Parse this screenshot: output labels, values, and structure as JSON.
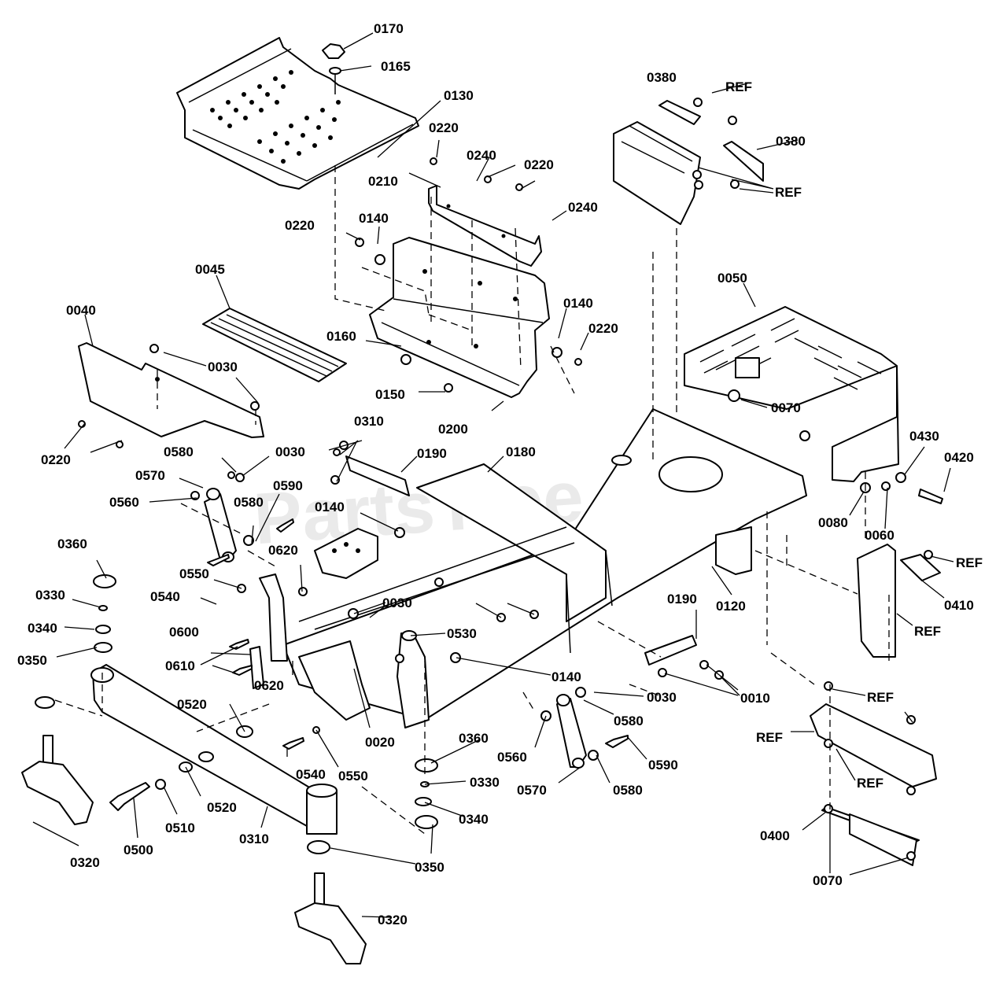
{
  "watermark": {
    "text": "PartsTree",
    "tm": "™"
  },
  "labels": {
    "l0170": "0170",
    "l0165": "0165",
    "l0130": "0130",
    "l0380a": "0380",
    "lref1": "REF",
    "l0380b": "0380",
    "lref2": "REF",
    "l0220a": "0220",
    "l0240a": "0240",
    "l0220b": "0220",
    "l0210": "0210",
    "l0240b": "0240",
    "l0220c": "0220",
    "l0140a": "0140",
    "l0045": "0045",
    "l0050": "0050",
    "l0040": "0040",
    "l0140b": "0140",
    "l0220d": "0220",
    "l0160": "0160",
    "l0030a": "0030",
    "l0150": "0150",
    "l0070a": "0070",
    "l0200": "0200",
    "l0310a": "0310",
    "l0220e": "0220",
    "l0430": "0430",
    "l0420": "0420",
    "l0190a": "0190",
    "l0180": "0180",
    "l0580a": "0580",
    "l0030b": "0030",
    "l0570a": "0570",
    "l0590a": "0590",
    "l0560a": "0560",
    "l0140c": "0140",
    "l0580b": "0580",
    "l0080": "0080",
    "l0060": "0060",
    "l0360a": "0360",
    "l0620a": "0620",
    "lref3": "REF",
    "l0550a": "0550",
    "l0540a": "0540",
    "l0410": "0410",
    "l0330a": "0330",
    "l0030c": "0030",
    "l0190b": "0190",
    "l0120": "0120",
    "l0340a": "0340",
    "l0600": "0600",
    "l0530": "0530",
    "lref4": "REF",
    "l0610": "0610",
    "l0350a": "0350",
    "l0140d": "0140",
    "l0620b": "0620",
    "l0030d": "0030",
    "l0010": "0010",
    "lref5": "REF",
    "l0520a": "0520",
    "l0580c": "0580",
    "lref6": "REF",
    "l0020": "0020",
    "l0360b": "0360",
    "l0560b": "0560",
    "l0590b": "0590",
    "l0540b": "0540",
    "l0550b": "0550",
    "l0330b": "0330",
    "l0570b": "0570",
    "l0580d": "0580",
    "lref7": "REF",
    "l0520b": "0520",
    "l0340b": "0340",
    "l0510": "0510",
    "l0500": "0500",
    "l0310b": "0310",
    "l0400": "0400",
    "l0320a": "0320",
    "l0350b": "0350",
    "l0070b": "0070",
    "l0320b": "0320"
  }
}
